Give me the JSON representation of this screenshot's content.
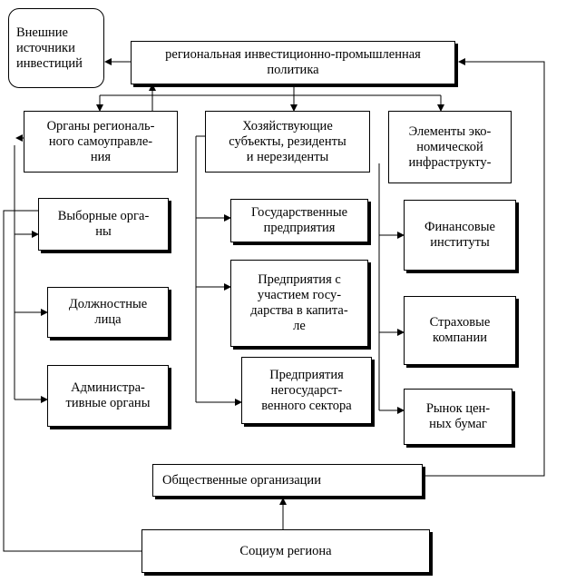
{
  "diagram": {
    "external_sources": "Внешние\nисточники\nинвестиций",
    "policy": "региональная инвестиционно-промышленная\nполитика",
    "organs": "Органы региональ-\nного самоуправле-\nния",
    "entities": "Хозяйствующие\nсубъекты, резиденты\nи нерезиденты",
    "infrastructure": "Элементы эко-\nномической\nинфраструкту-",
    "elected": "Выборные орга-\nны",
    "officials": "Должностные\nлица",
    "admin": "Администра-\nтивные органы",
    "state_enterprises": "Государственные\nпредприятия",
    "mixed_enterprises": "Предприятия с\nучастием госу-\nдарства в капита-\nле",
    "private_enterprises": "Предприятия\nнегосударст-\nвенного сектора",
    "financial": "Финансовые\nинституты",
    "insurance": "Страховые\nкомпании",
    "securities": "Рынок цен-\nных бумаг",
    "public_orgs": "Общественные организации",
    "society": "Социум региона"
  }
}
